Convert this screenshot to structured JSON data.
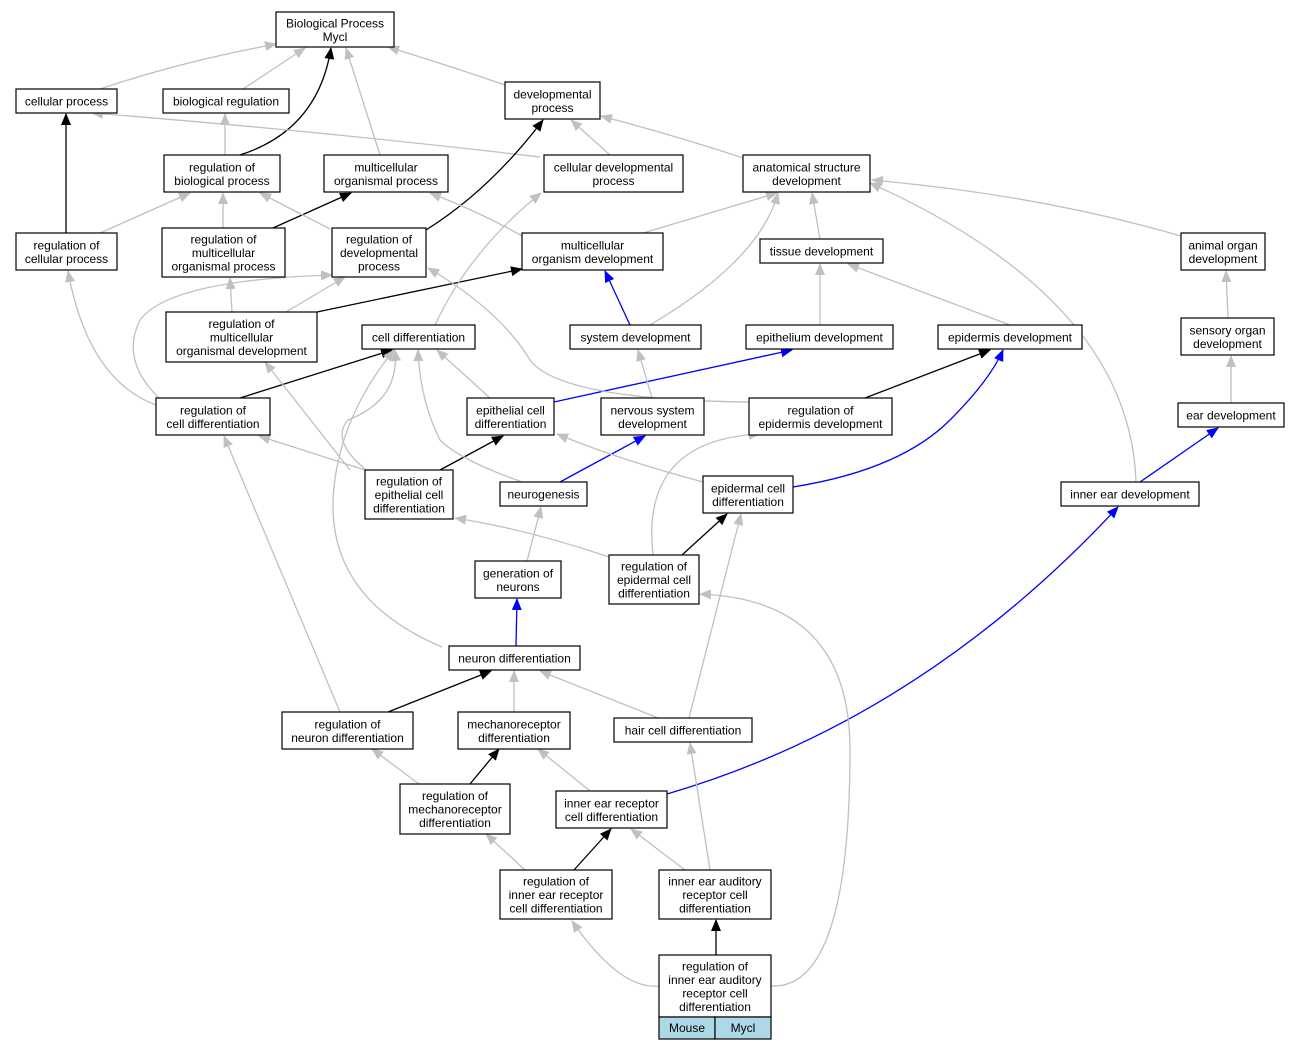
{
  "colors": {
    "is_a": "#c0c0c0",
    "regulates": "#000000",
    "part_of": "#0000ff",
    "legend_fill": "#add8e6"
  },
  "nodes": [
    {
      "id": "bp",
      "lines": [
        "Biological Process",
        "Mycl"
      ]
    },
    {
      "id": "cellproc",
      "lines": [
        "cellular process"
      ]
    },
    {
      "id": "bioreg",
      "lines": [
        "biological regulation"
      ]
    },
    {
      "id": "devproc",
      "lines": [
        "developmental",
        "process"
      ]
    },
    {
      "id": "regbio",
      "lines": [
        "regulation of",
        "biological process"
      ]
    },
    {
      "id": "multiorg",
      "lines": [
        "multicellular",
        "organismal process"
      ]
    },
    {
      "id": "celldevproc",
      "lines": [
        "cellular developmental",
        "process"
      ]
    },
    {
      "id": "anatdev",
      "lines": [
        "anatomical structure",
        "development"
      ]
    },
    {
      "id": "regcell",
      "lines": [
        "regulation of",
        "cellular process"
      ]
    },
    {
      "id": "regmultiorg",
      "lines": [
        "regulation of",
        "multicellular",
        "organismal process"
      ]
    },
    {
      "id": "regdev",
      "lines": [
        "regulation of",
        "developmental",
        "process"
      ]
    },
    {
      "id": "multidev",
      "lines": [
        "multicellular",
        "organism development"
      ]
    },
    {
      "id": "tissuedev",
      "lines": [
        "tissue development"
      ]
    },
    {
      "id": "organdev",
      "lines": [
        "animal organ",
        "development"
      ]
    },
    {
      "id": "regmultidev",
      "lines": [
        "regulation of",
        "multicellular",
        "organismal development"
      ]
    },
    {
      "id": "celldiff",
      "lines": [
        "cell differentiation"
      ]
    },
    {
      "id": "sysdev",
      "lines": [
        "system development"
      ]
    },
    {
      "id": "epidev",
      "lines": [
        "epithelium development"
      ]
    },
    {
      "id": "epiddev",
      "lines": [
        "epidermis development"
      ]
    },
    {
      "id": "sensdev",
      "lines": [
        "sensory organ",
        "development"
      ]
    },
    {
      "id": "regcelldiff",
      "lines": [
        "regulation of",
        "cell differentiation"
      ]
    },
    {
      "id": "epicelldiff",
      "lines": [
        "epithelial cell",
        "differentiation"
      ]
    },
    {
      "id": "nervdev",
      "lines": [
        "nervous system",
        "development"
      ]
    },
    {
      "id": "regepiddev",
      "lines": [
        "regulation of",
        "epidermis development"
      ]
    },
    {
      "id": "eardev",
      "lines": [
        "ear development"
      ]
    },
    {
      "id": "regepicelldiff",
      "lines": [
        "regulation of",
        "epithelial cell",
        "differentiation"
      ]
    },
    {
      "id": "neurogen",
      "lines": [
        "neurogenesis"
      ]
    },
    {
      "id": "epidcelldiff",
      "lines": [
        "epidermal cell",
        "differentiation"
      ]
    },
    {
      "id": "innerear",
      "lines": [
        "inner ear development"
      ]
    },
    {
      "id": "genneur",
      "lines": [
        "generation of",
        "neurons"
      ]
    },
    {
      "id": "regepidcell",
      "lines": [
        "regulation of",
        "epidermal cell",
        "differentiation"
      ]
    },
    {
      "id": "neurdiff",
      "lines": [
        "neuron differentiation"
      ]
    },
    {
      "id": "regneur",
      "lines": [
        "regulation of",
        "neuron differentiation"
      ]
    },
    {
      "id": "mechdiff",
      "lines": [
        "mechanoreceptor",
        "differentiation"
      ]
    },
    {
      "id": "haircell",
      "lines": [
        "hair cell differentiation"
      ]
    },
    {
      "id": "regmech",
      "lines": [
        "regulation of",
        "mechanoreceptor",
        "differentiation"
      ]
    },
    {
      "id": "innerrec",
      "lines": [
        "inner ear receptor",
        "cell differentiation"
      ]
    },
    {
      "id": "reginnerrec",
      "lines": [
        "regulation of",
        "inner ear receptor",
        "cell differentiation"
      ]
    },
    {
      "id": "innerAud",
      "lines": [
        "inner ear auditory",
        "receptor cell",
        "differentiation"
      ]
    },
    {
      "id": "target",
      "lines": [
        "regulation of",
        "inner ear auditory",
        "receptor cell",
        "differentiation"
      ]
    }
  ],
  "legend": {
    "species": "Mouse",
    "gene": "Mycl"
  }
}
